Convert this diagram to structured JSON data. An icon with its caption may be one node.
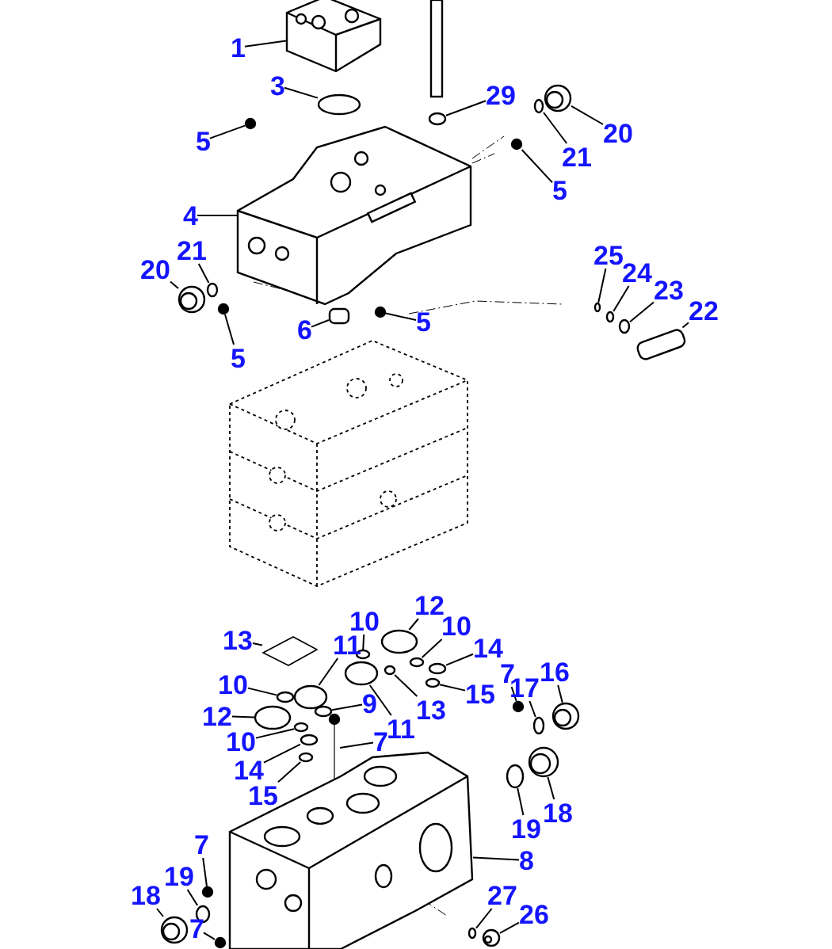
{
  "diagram": {
    "nodes": [
      {
        "text": [
          "1"
        ]
      },
      {
        "text": [
          "3"
        ]
      },
      {
        "text": [
          "5"
        ]
      },
      {
        "text": [
          "29"
        ]
      },
      {
        "text": [
          "20"
        ]
      },
      {
        "text": [
          "21"
        ]
      },
      {
        "text": [
          "5"
        ]
      },
      {
        "text": [
          "4"
        ]
      },
      {
        "text": [
          "20"
        ]
      },
      {
        "text": [
          "21"
        ]
      },
      {
        "text": [
          "5"
        ]
      },
      {
        "text": [
          "6"
        ]
      },
      {
        "text": [
          "5"
        ]
      },
      {
        "text": [
          "25"
        ]
      },
      {
        "text": [
          "24"
        ]
      },
      {
        "text": [
          "23"
        ]
      },
      {
        "text": [
          "22"
        ]
      },
      {
        "text": [
          "13"
        ]
      },
      {
        "text": [
          "10"
        ]
      },
      {
        "text": [
          "12"
        ]
      },
      {
        "text": [
          "10"
        ]
      },
      {
        "text": [
          "14"
        ]
      },
      {
        "text": [
          "11"
        ]
      },
      {
        "text": [
          "10"
        ]
      },
      {
        "text": [
          "12"
        ]
      },
      {
        "text": [
          "9"
        ]
      },
      {
        "text": [
          "13"
        ]
      },
      {
        "text": [
          "11"
        ]
      },
      {
        "text": [
          "15"
        ]
      },
      {
        "text": [
          "7"
        ]
      },
      {
        "text": [
          "17"
        ]
      },
      {
        "text": [
          "16"
        ]
      },
      {
        "text": [
          "10"
        ]
      },
      {
        "text": [
          "7"
        ]
      },
      {
        "text": [
          "14"
        ]
      },
      {
        "text": [
          "15"
        ]
      },
      {
        "text": [
          "19"
        ]
      },
      {
        "text": [
          "18"
        ]
      },
      {
        "text": [
          "8"
        ]
      },
      {
        "text": [
          "7"
        ]
      },
      {
        "text": [
          "19"
        ]
      },
      {
        "text": [
          "18"
        ]
      },
      {
        "text": [
          "7"
        ]
      },
      {
        "text": [
          "27"
        ]
      },
      {
        "text": [
          "26"
        ]
      },
      {
        "text": [],
        "shape": "picture"
      },
      {
        "text": [],
        "shape": "circle"
      },
      {
        "text": [],
        "shape": "circle"
      },
      {
        "text": [],
        "shape": "circle"
      },
      {
        "text": [],
        "shape": "circle"
      },
      {
        "text": [],
        "shape": "circle"
      },
      {
        "text": [],
        "shape": "circle"
      },
      {
        "text": [],
        "shape": "picture"
      },
      {
        "text": [],
        "shape": "circle"
      },
      {
        "text": [],
        "shape": "circle"
      },
      {
        "text": [],
        "shape": "circle"
      },
      {
        "text": [],
        "shape": "box"
      },
      {
        "text": [],
        "shape": "circle"
      },
      {
        "text": [],
        "shape": "circle"
      },
      {
        "text": [],
        "shape": "circle"
      },
      {
        "text": [],
        "shape": "circle"
      },
      {
        "text": [],
        "shape": "box"
      },
      {
        "text": [],
        "shape": "diamond"
      },
      {
        "text": [],
        "shape": "circle"
      },
      {
        "text": [],
        "shape": "circle"
      },
      {
        "text": [],
        "shape": "circle"
      },
      {
        "text": [],
        "shape": "circle"
      },
      {
        "text": [],
        "shape": "circle"
      },
      {
        "text": [],
        "shape": "circle"
      },
      {
        "text": [],
        "shape": "circle"
      },
      {
        "text": [],
        "shape": "circle"
      },
      {
        "text": [],
        "shape": "circle"
      },
      {
        "text": [],
        "shape": "circle"
      },
      {
        "text": [],
        "shape": "circle"
      },
      {
        "text": [],
        "shape": "circle"
      },
      {
        "text": [],
        "shape": "circle"
      },
      {
        "text": [],
        "shape": "circle"
      },
      {
        "text": [],
        "shape": "circle"
      },
      {
        "text": [],
        "shape": "picture"
      },
      {
        "text": [],
        "shape": "circle"
      },
      {
        "text": [],
        "shape": "circle"
      },
      {
        "text": [],
        "shape": "circle"
      },
      {
        "text": [],
        "shape": "circle"
      },
      {
        "text": [],
        "shape": "picture"
      },
      {
        "text": [],
        "shape": "circle"
      },
      {
        "text": [],
        "shape": "circle"
      },
      {
        "text": [],
        "shape": "circle"
      },
      {
        "text": [],
        "shape": "circle"
      },
      {
        "text": [],
        "shape": "circle"
      },
      {
        "text": [],
        "shape": "circle"
      }
    ],
    "edges": [
      {
        "from": 0,
        "to": 45,
        "arrow": "none"
      },
      {
        "from": 1,
        "to": 46,
        "arrow": "none"
      },
      {
        "from": 2,
        "to": 47,
        "arrow": "none"
      },
      {
        "from": 3,
        "to": 48,
        "arrow": "none"
      },
      {
        "from": 4,
        "to": 49,
        "arrow": "none"
      },
      {
        "from": 5,
        "to": 50,
        "arrow": "none"
      },
      {
        "from": 6,
        "to": 51,
        "arrow": "none"
      },
      {
        "from": 7,
        "to": 52,
        "arrow": "none"
      },
      {
        "from": 8,
        "to": 53,
        "arrow": "none"
      },
      {
        "from": 9,
        "to": 54,
        "arrow": "none"
      },
      {
        "from": 10,
        "to": 55,
        "arrow": "none"
      },
      {
        "from": 11,
        "to": 56,
        "arrow": "none"
      },
      {
        "from": 12,
        "to": 57,
        "arrow": "none"
      },
      {
        "from": 13,
        "to": 58,
        "arrow": "none"
      },
      {
        "from": 14,
        "to": 59,
        "arrow": "none"
      },
      {
        "from": 15,
        "to": 60,
        "arrow": "none"
      },
      {
        "from": 16,
        "to": 61,
        "arrow": "none"
      },
      {
        "from": 17,
        "to": 62,
        "arrow": "none"
      },
      {
        "from": 18,
        "to": 63,
        "arrow": "none"
      },
      {
        "from": 19,
        "to": 64,
        "arrow": "none"
      },
      {
        "from": 20,
        "to": 65,
        "arrow": "none"
      },
      {
        "from": 21,
        "to": 66,
        "arrow": "none"
      },
      {
        "from": 22,
        "to": 67,
        "arrow": "none"
      },
      {
        "from": 23,
        "to": 68,
        "arrow": "none"
      },
      {
        "from": 24,
        "to": 69,
        "arrow": "none"
      },
      {
        "from": 25,
        "to": 70,
        "arrow": "none"
      },
      {
        "from": 26,
        "to": 71,
        "arrow": "none"
      },
      {
        "from": 27,
        "to": 72,
        "arrow": "none"
      },
      {
        "from": 28,
        "to": 73,
        "arrow": "none"
      },
      {
        "from": 29,
        "to": 74,
        "arrow": "none"
      },
      {
        "from": 30,
        "to": 75,
        "arrow": "none"
      },
      {
        "from": 31,
        "to": 76,
        "arrow": "none"
      },
      {
        "from": 32,
        "to": 77,
        "arrow": "none"
      },
      {
        "from": 33,
        "to": 78,
        "arrow": "none"
      },
      {
        "from": 34,
        "to": 79,
        "arrow": "none"
      },
      {
        "from": 35,
        "to": 80,
        "arrow": "none"
      },
      {
        "from": 36,
        "to": 81,
        "arrow": "none"
      },
      {
        "from": 37,
        "to": 82,
        "arrow": "none"
      },
      {
        "from": 38,
        "to": 83,
        "arrow": "none"
      },
      {
        "from": 39,
        "to": 84,
        "arrow": "none"
      },
      {
        "from": 40,
        "to": 85,
        "arrow": "none"
      },
      {
        "from": 41,
        "to": 86,
        "arrow": "none"
      },
      {
        "from": 42,
        "to": 87,
        "arrow": "none"
      },
      {
        "from": 43,
        "to": 88,
        "arrow": "none"
      },
      {
        "from": 44,
        "to": 89,
        "arrow": "none"
      }
    ]
  }
}
